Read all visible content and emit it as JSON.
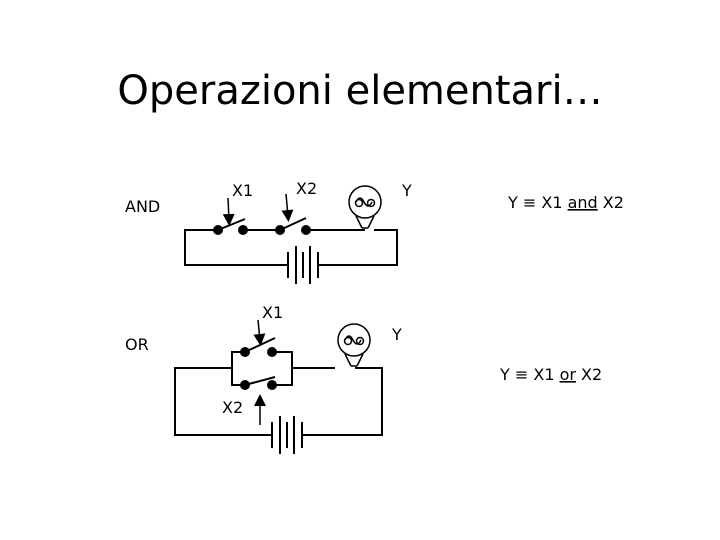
{
  "title": "Operazioni elementari…",
  "and_circuit": {
    "label": "AND",
    "switch1_label": "X1",
    "switch2_label": "X2",
    "lamp_label": "Y",
    "formula_prefix": "Y ≡ X1 ",
    "formula_op": "and",
    "formula_suffix": " X2"
  },
  "or_circuit": {
    "label": "OR",
    "switch1_label": "X1",
    "switch2_label": "X2",
    "lamp_label": "Y",
    "formula_prefix": "Y ≡ X1 ",
    "formula_op": "or",
    "formula_suffix": " X2"
  }
}
